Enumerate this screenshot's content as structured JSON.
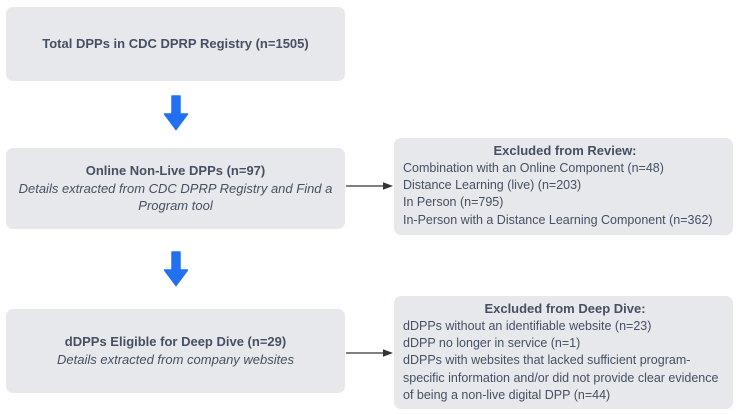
{
  "theme": {
    "box_fill": "#e6e8eb",
    "text_color": "#455064",
    "accent_blue": "#2070f0",
    "connector_color": "#333333"
  },
  "nodes": {
    "total": {
      "title": "Total DPPs in CDC DPRP Registry (n=1505)"
    },
    "online": {
      "title": "Online Non-Live DPPs (n=97)",
      "subtitle": "Details extracted from CDC DPRP Registry and Find a Program tool"
    },
    "eligible": {
      "title": "dDPPs Eligible for Deep Dive (n=29)",
      "subtitle": "Details extracted from company websites"
    },
    "excluded_review": {
      "title": "Excluded from Review:",
      "items": [
        "Combination with an Online Component (n=48)",
        "Distance Learning (live) (n=203)",
        "In Person (n=795)",
        "In-Person with a Distance Learning Component (n=362)"
      ]
    },
    "excluded_deep_dive": {
      "title": "Excluded from Deep Dive:",
      "items": [
        "dDPPs without an identifiable website (n=23)",
        "dDPP no longer in service (n=1)",
        "dDPPs with websites that lacked sufficient program-specific information and/or did not provide clear evidence of being a non-live digital DPP (n=44)"
      ]
    }
  }
}
